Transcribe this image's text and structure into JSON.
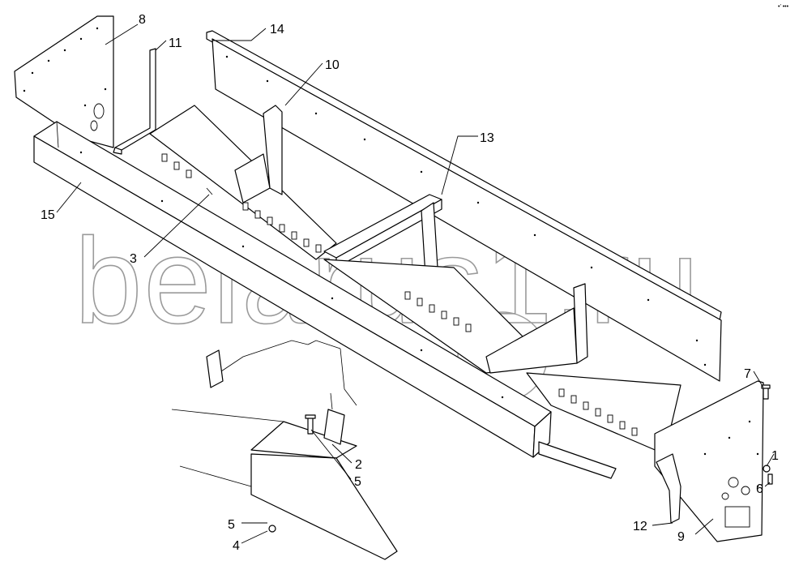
{
  "watermark": "belarus1.ru",
  "corner_mark": "•’ •••",
  "callouts": [
    {
      "id": "c8",
      "text": "8"
    },
    {
      "id": "c11",
      "text": "11"
    },
    {
      "id": "c14",
      "text": "14"
    },
    {
      "id": "c10",
      "text": "10"
    },
    {
      "id": "c13",
      "text": "13"
    },
    {
      "id": "c15",
      "text": "15"
    },
    {
      "id": "c3",
      "text": "3"
    },
    {
      "id": "c7",
      "text": "7"
    },
    {
      "id": "c1",
      "text": "1"
    },
    {
      "id": "c6",
      "text": "6"
    },
    {
      "id": "c2",
      "text": "2"
    },
    {
      "id": "c5a",
      "text": "5"
    },
    {
      "id": "c5b",
      "text": "5"
    },
    {
      "id": "c4",
      "text": "4"
    },
    {
      "id": "c12",
      "text": "12"
    },
    {
      "id": "c9",
      "text": "9"
    }
  ]
}
